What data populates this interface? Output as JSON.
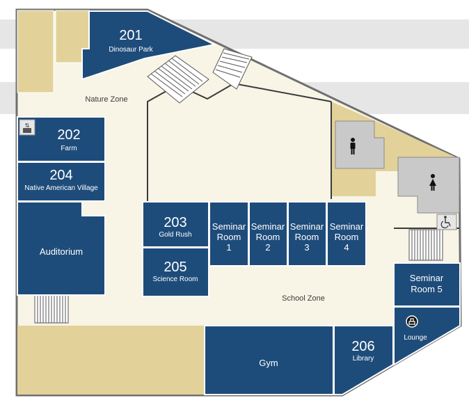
{
  "zones": {
    "nature": "Nature Zone",
    "school": "School Zone"
  },
  "rooms": {
    "r201": {
      "number": "201",
      "name": "Dinosaur Park"
    },
    "r202": {
      "number": "202",
      "name": "Farm"
    },
    "r204": {
      "number": "204",
      "name": "Native American Village"
    },
    "auditorium": {
      "name": "Auditorium"
    },
    "r203": {
      "number": "203",
      "name": "Gold Rush"
    },
    "r205": {
      "number": "205",
      "name": "Science Room"
    },
    "seminar1": {
      "line1": "Seminar",
      "line2": "Room",
      "line3": "1"
    },
    "seminar2": {
      "line1": "Seminar",
      "line2": "Room",
      "line3": "2"
    },
    "seminar3": {
      "line1": "Seminar",
      "line2": "Room",
      "line3": "3"
    },
    "seminar4": {
      "line1": "Seminar",
      "line2": "Room",
      "line3": "4"
    },
    "seminar5": {
      "line1": "Seminar",
      "line2": "Room 5"
    },
    "gym": {
      "name": "Gym"
    },
    "r206": {
      "number": "206",
      "name": "Library"
    },
    "lounge": {
      "name": "Lounge"
    }
  },
  "icons": {
    "elevator": "elevator-icon",
    "mens_restroom": "mens-restroom-icon",
    "womens_restroom": "womens-restroom-icon",
    "accessible": "wheelchair-icon",
    "lounge": "lounge-icon"
  },
  "colors": {
    "room": "#1e4c7a",
    "floor": "#f8f4e6",
    "service": "#e2d29a",
    "restroom": "#c9c9c9",
    "wall": "#6f6f6f"
  }
}
